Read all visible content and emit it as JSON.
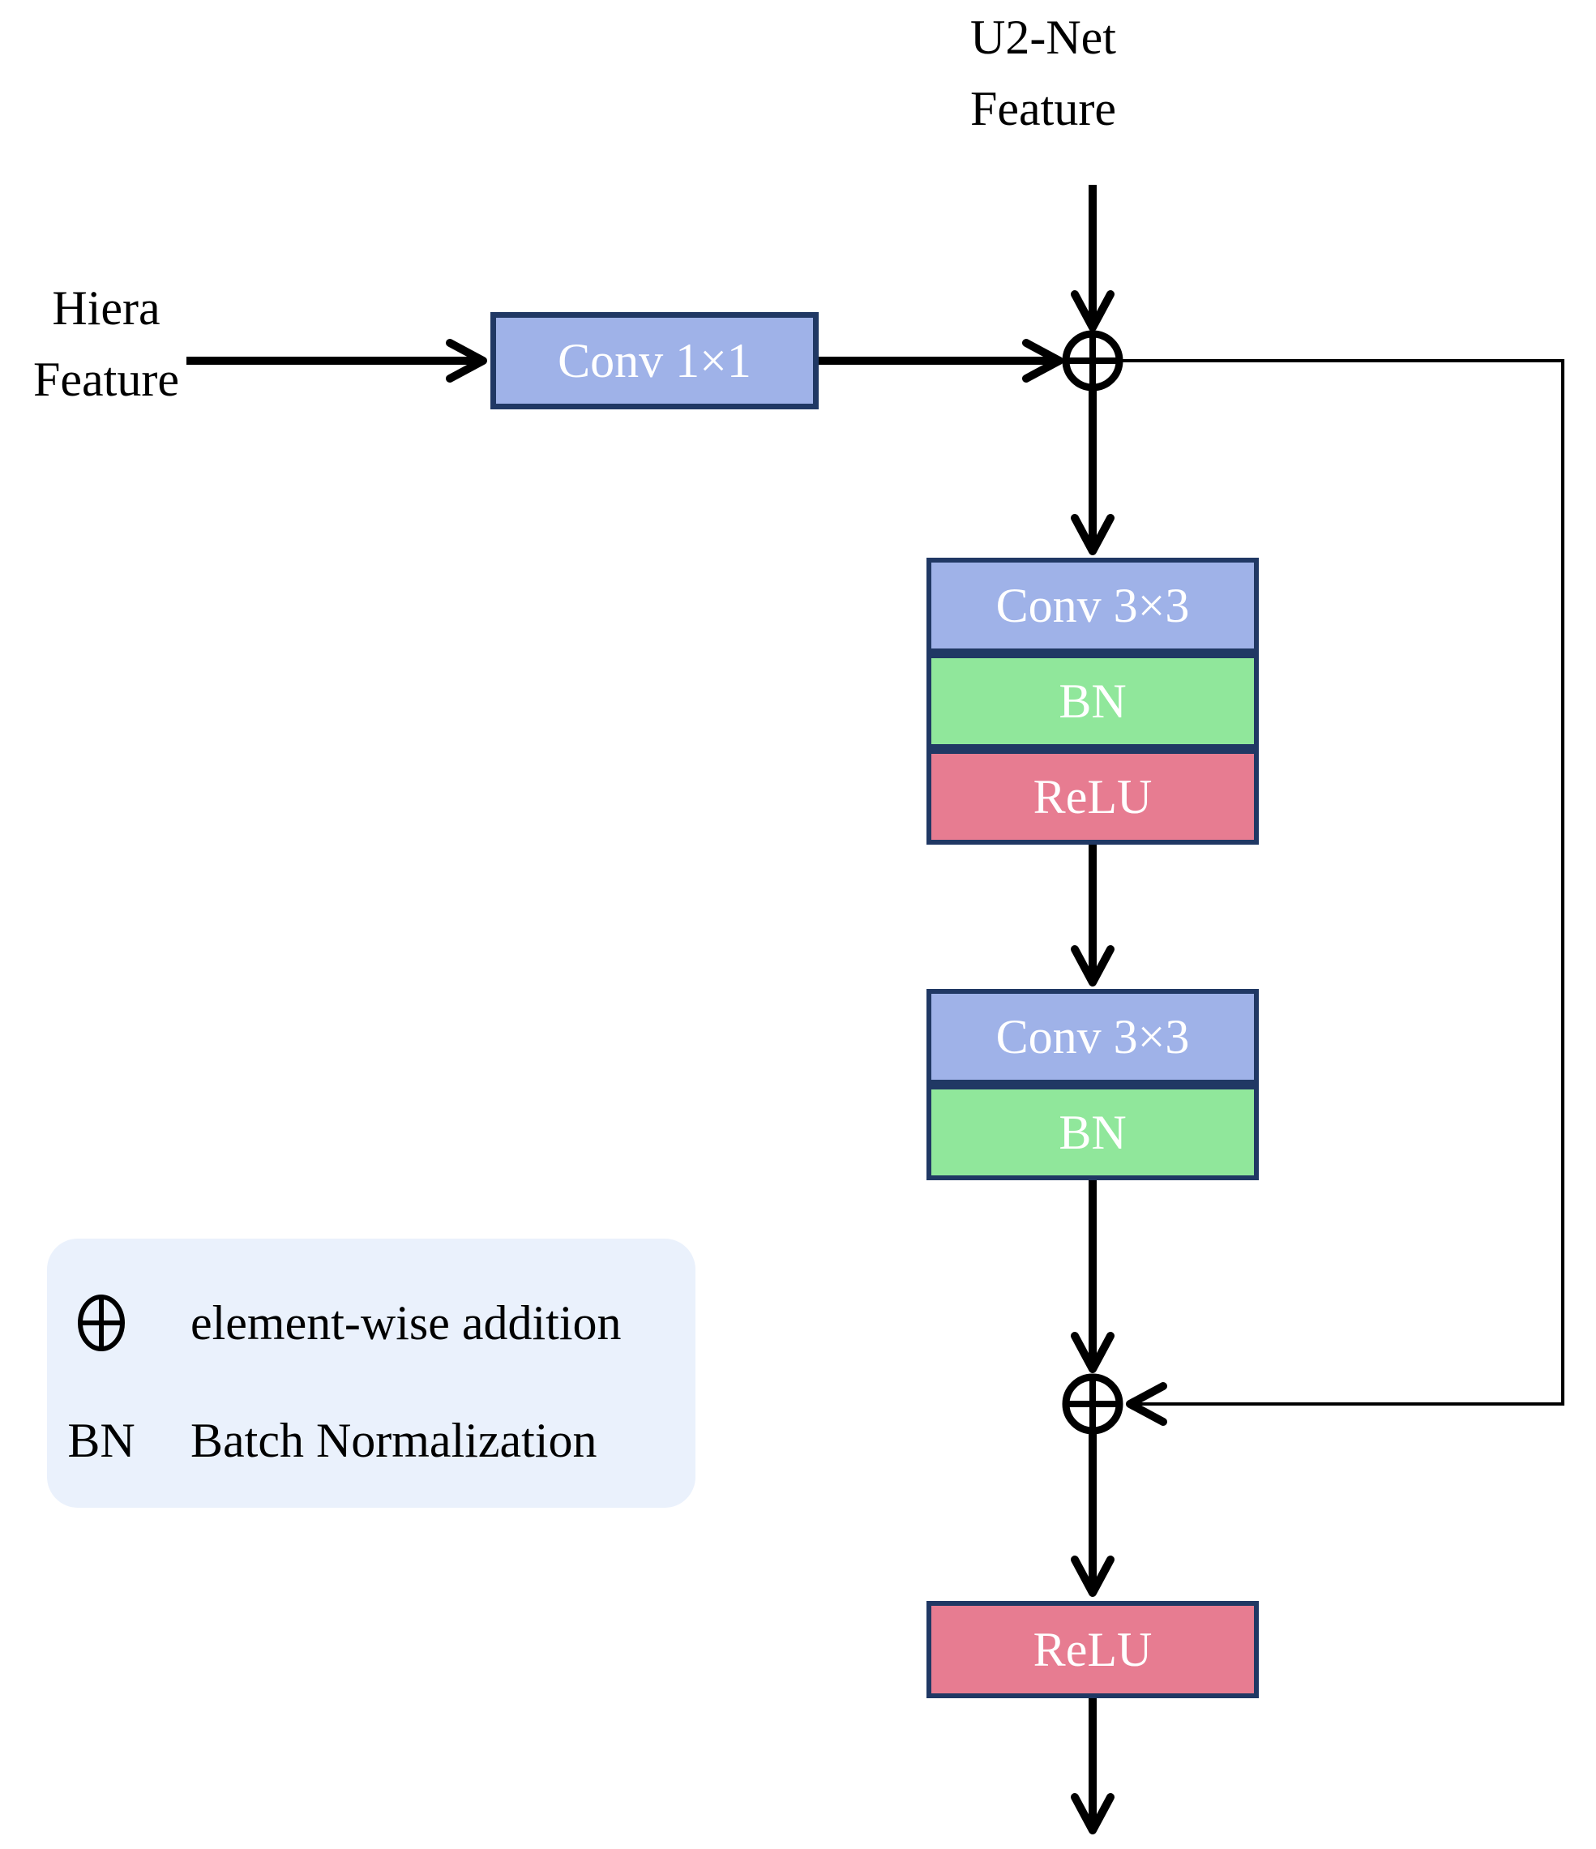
{
  "title_top": {
    "line1": "U2-Net",
    "line2": "Feature"
  },
  "label_left": {
    "line1": "Hiera",
    "line2": "Feature"
  },
  "blocks": {
    "conv1x1": "Conv 1×1",
    "conv3x3_a": "Conv 3×3",
    "bn_a": "BN",
    "relu_a": "ReLU",
    "conv3x3_b": "Conv 3×3",
    "bn_b": "BN",
    "relu_final": "ReLU"
  },
  "operators": {
    "add_symbol": "⊕",
    "add_icon": "circled-plus-icon"
  },
  "legend": {
    "rows": [
      {
        "symbol": "⊕",
        "symbol_icon": "circled-plus-icon",
        "text": "element-wise addition"
      },
      {
        "symbol": "BN",
        "text": "Batch Normalization"
      }
    ]
  },
  "colors": {
    "conv_fill": "#9FB2E8",
    "bn_fill": "#90E79B",
    "relu_fill": "#E77C91",
    "block_border": "#203864",
    "legend_bg": "#EAF1FC",
    "block_text": "#FFFFFF",
    "line": "#000000"
  }
}
